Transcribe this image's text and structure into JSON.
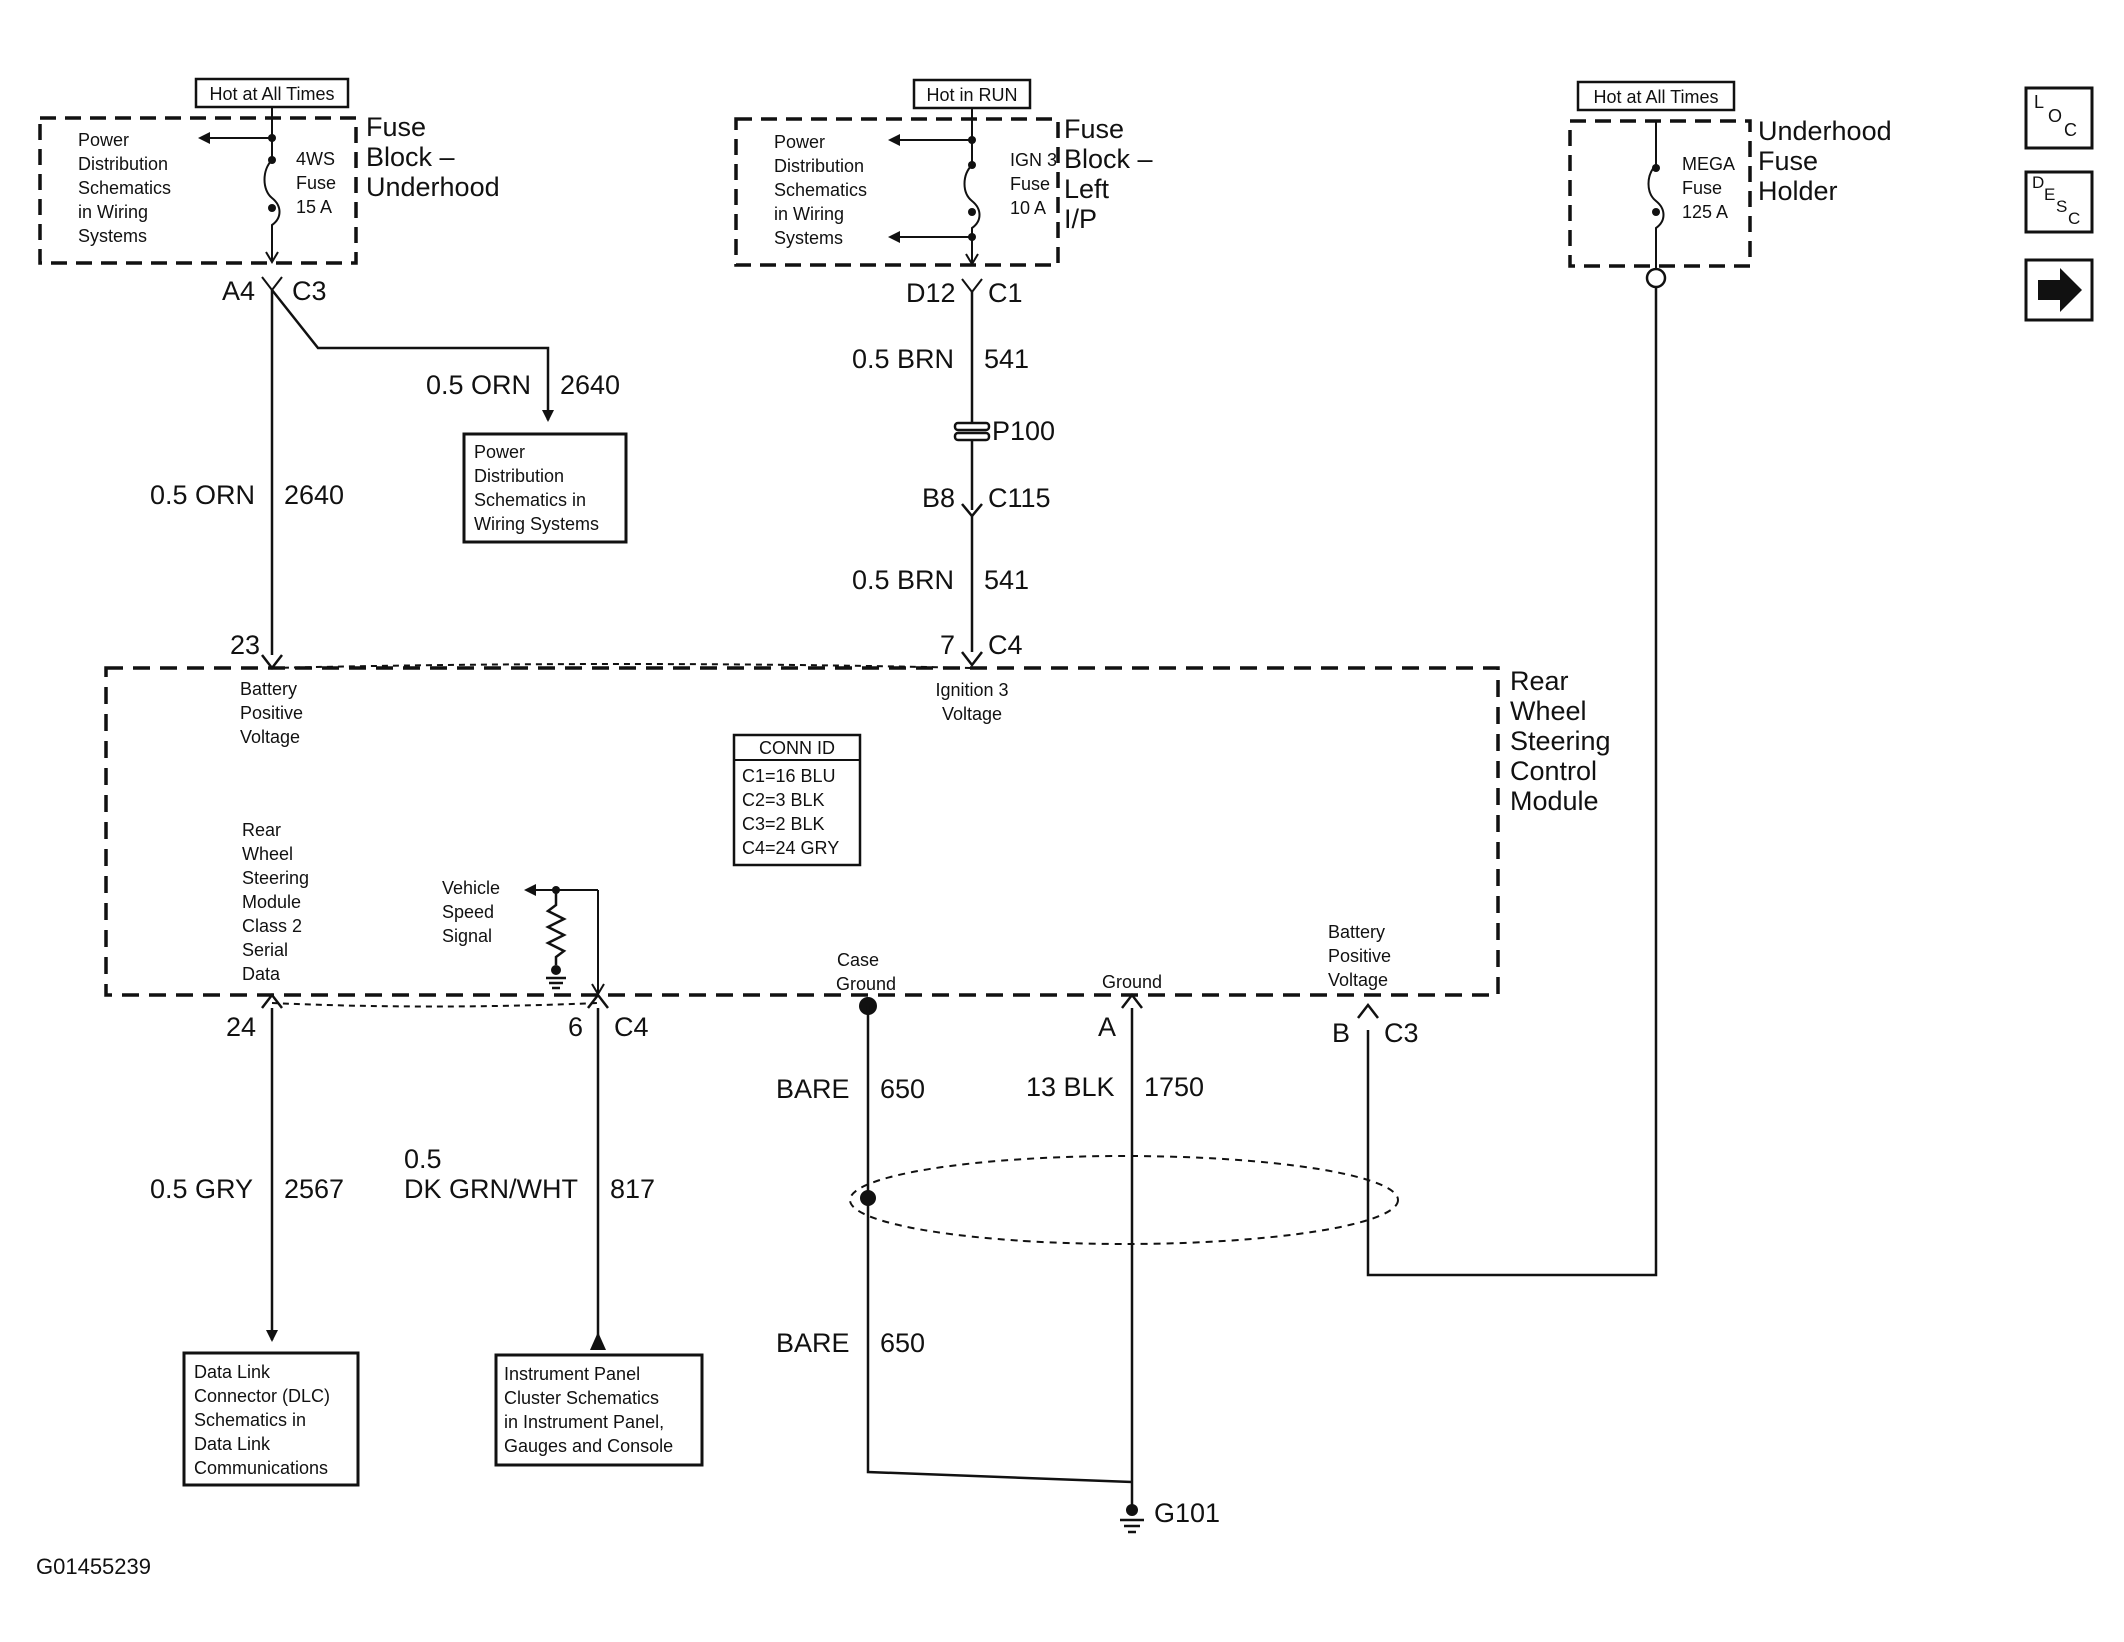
{
  "fuse_blocks": [
    {
      "header": "Hot at All Times",
      "title": [
        "Fuse",
        "Block –",
        "Underhood"
      ],
      "distribution": [
        "Power",
        "Distribution",
        "Schematics",
        "in Wiring",
        "Systems"
      ],
      "fuse": [
        "4WS",
        "Fuse",
        "15 A"
      ],
      "connector": [
        "A4",
        "C3"
      ]
    },
    {
      "header": "Hot in RUN",
      "title": [
        "Fuse",
        "Block –",
        "Left",
        "I/P"
      ],
      "distribution": [
        "Power",
        "Distribution",
        "Schematics",
        "in Wiring",
        "Systems"
      ],
      "fuse": [
        "IGN 3",
        "Fuse",
        "10 A"
      ],
      "connector": [
        "D12",
        "C1"
      ]
    },
    {
      "header": "Hot at All Times",
      "title": [
        "Underhood",
        "Fuse",
        "Holder"
      ],
      "fuse": [
        "MEGA",
        "Fuse",
        "125 A"
      ]
    }
  ],
  "nav_buttons": {
    "loc": [
      "L",
      "O",
      "C"
    ],
    "desc": [
      "D",
      "E",
      "S",
      "C"
    ]
  },
  "wires": {
    "orn_branch": [
      "0.5 ORN",
      "2640"
    ],
    "orn_main": [
      "0.5 ORN",
      "2640"
    ],
    "brn_top": [
      "0.5 BRN",
      "541"
    ],
    "splice": "P100",
    "c115": [
      "B8",
      "C115"
    ],
    "brn_bottom": [
      "0.5 BRN",
      "541"
    ],
    "gry": [
      "0.5 GRY",
      "2567"
    ],
    "dk_grn_wht": [
      "0.5",
      "DK GRN/WHT",
      "817"
    ],
    "bare_top": [
      "BARE",
      "650"
    ],
    "blk": [
      "13 BLK",
      "1750"
    ],
    "bare_bottom": [
      "BARE",
      "650"
    ]
  },
  "power_dist_box": [
    "Power",
    "Distribution",
    "Schematics in",
    "Wiring Systems"
  ],
  "module": {
    "title": [
      "Rear",
      "Wheel",
      "Steering",
      "Control",
      "Module"
    ],
    "pin_top_left": [
      "23"
    ],
    "pin_top_right": [
      "7",
      "C4"
    ],
    "battery_label": [
      "Battery",
      "Positive",
      "Voltage"
    ],
    "ignition_label": [
      "Ignition 3",
      "Voltage"
    ],
    "class2_label": [
      "Rear",
      "Wheel",
      "Steering",
      "Module",
      "Class 2",
      "Serial",
      "Data"
    ],
    "vss_label": [
      "Vehicle",
      "Speed",
      "Signal"
    ],
    "case_ground": [
      "Case",
      "Ground"
    ],
    "ground": "Ground",
    "battery_label_2": [
      "Battery",
      "Positive",
      "Voltage"
    ],
    "conn_id": {
      "title": "CONN ID",
      "rows": [
        "C1=16 BLU",
        "C2=3 BLK",
        "C3=2 BLK",
        "C4=24 GRY"
      ]
    },
    "pins_bottom": {
      "p24": "24",
      "p6": [
        "6",
        "C4"
      ],
      "pA": "A",
      "pB": [
        "B",
        "C3"
      ]
    }
  },
  "dlc_box": [
    "Data Link",
    "Connector (DLC)",
    "Schematics in",
    "Data Link",
    "Communications"
  ],
  "ipc_box": [
    "Instrument Panel",
    "Cluster Schematics",
    "in Instrument Panel,",
    "Gauges and Console"
  ],
  "ground_point": "G101",
  "figure_id": "G01455239"
}
